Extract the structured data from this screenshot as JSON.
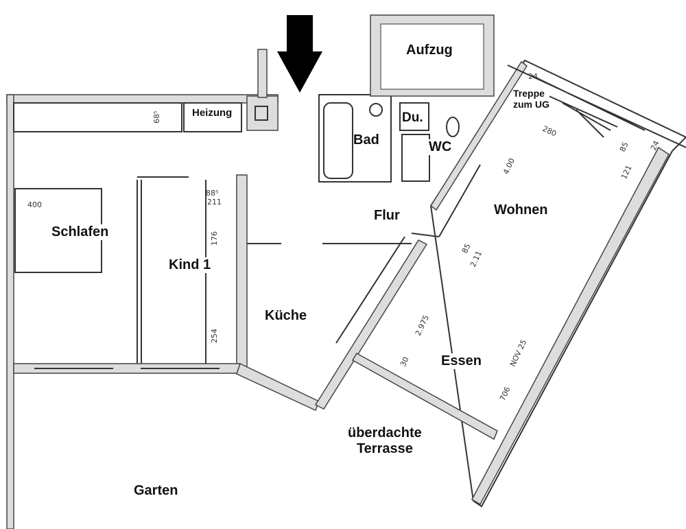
{
  "rooms": {
    "aufzug": "Aufzug",
    "treppe": "Treppe\nzum UG",
    "heizung": "Heizung",
    "bad": "Bad",
    "dusche": "Du.",
    "wc": "WC",
    "flur": "Flur",
    "wohnen": "Wohnen",
    "schlafen": "Schlafen",
    "kind1": "Kind 1",
    "kueche": "Küche",
    "essen": "Essen",
    "terrasse": "überdachte\nTerrasse",
    "garten": "Garten"
  },
  "dimensions": {
    "bed": "400",
    "cabinet": "68⁵",
    "door_w": "88⁵",
    "door_h": "211",
    "kind_a": "176",
    "kind_b": "254",
    "stair_len": "280",
    "wohnen_depth": "4.00",
    "stair_w": "85",
    "stair_b": "121",
    "wall_a": "24",
    "wall_b": "24",
    "door2_w": "85",
    "door2_h": "2.11",
    "essen_len": "2.975",
    "sill": "30",
    "window": "706",
    "nov": "NOV 25"
  },
  "icons": {
    "entrance": "arrow-down-icon"
  }
}
